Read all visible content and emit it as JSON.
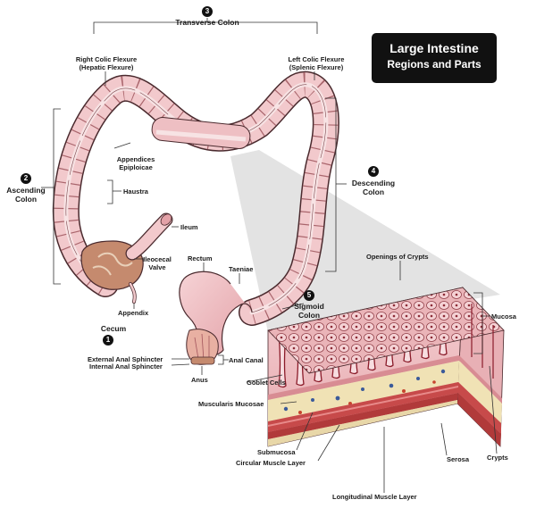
{
  "title": {
    "line1": "Large Intestine",
    "line2": "Regions and Parts"
  },
  "regions": [
    {
      "num": "1",
      "label": "Cecum"
    },
    {
      "num": "2",
      "label": "Ascending\nColon"
    },
    {
      "num": "3",
      "label": "Transverse Colon"
    },
    {
      "num": "4",
      "label": "Descending\nColon"
    },
    {
      "num": "5",
      "label": "Sigmoid\nColon"
    }
  ],
  "labels": {
    "right_flexure": "Right Colic Flexure\n(Hepatic Flexure)",
    "left_flexure": "Left Colic Flexure\n(Splenic Flexure)",
    "appendices": "Appendices\nEpiploicae",
    "haustra": "Haustra",
    "ileum": "Ileum",
    "ileocecal": "Ileocecal\nValve",
    "appendix": "Appendix",
    "rectum": "Rectum",
    "taeniae": "Taeniae",
    "ext_sphincter": "External Anal Sphincter",
    "int_sphincter": "Internal Anal Sphincter",
    "anal_canal": "Anal Canal",
    "anus": "Anus",
    "openings": "Openings of Crypts",
    "mucosa": "Mucosa",
    "goblet": "Goblet Cells",
    "muscularis": "Muscularis Mucosae",
    "submucosa": "Submucosa",
    "circular": "Circular Muscle Layer",
    "crypts": "Crypts",
    "serosa": "Serosa",
    "longitudinal": "Longitudinal Muscle Layer"
  },
  "colors": {
    "colon_fill": "#f2c9cc",
    "colon_stroke": "#4a2a2e",
    "band": "#f7e3e4",
    "crypt": "#8b1c2a",
    "serosa": "#e8d7a8",
    "muscle": "#c74a4a",
    "title_bg": "#111111"
  }
}
